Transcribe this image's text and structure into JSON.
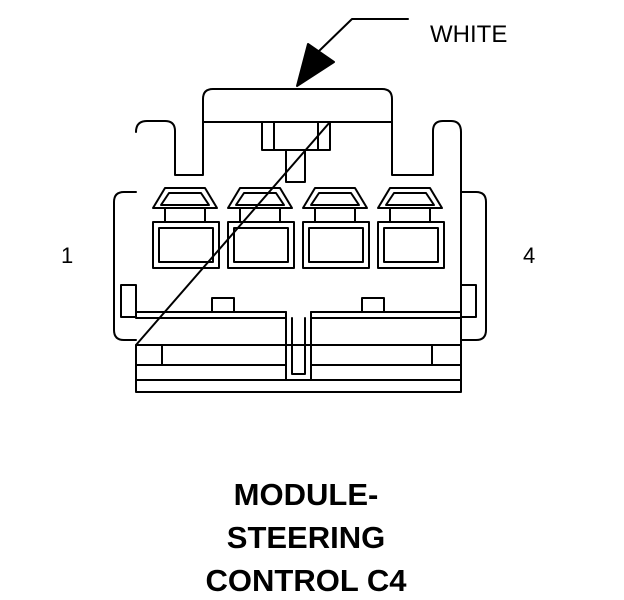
{
  "connector": {
    "color_label": "WHITE",
    "pin_left": "1",
    "pin_right": "4",
    "cavity_count": 4
  },
  "title": {
    "line1": "MODULE-",
    "line2": "STEERING",
    "line3": "CONTROL C4"
  },
  "colors": {
    "stroke": "#000000",
    "background": "#ffffff"
  }
}
